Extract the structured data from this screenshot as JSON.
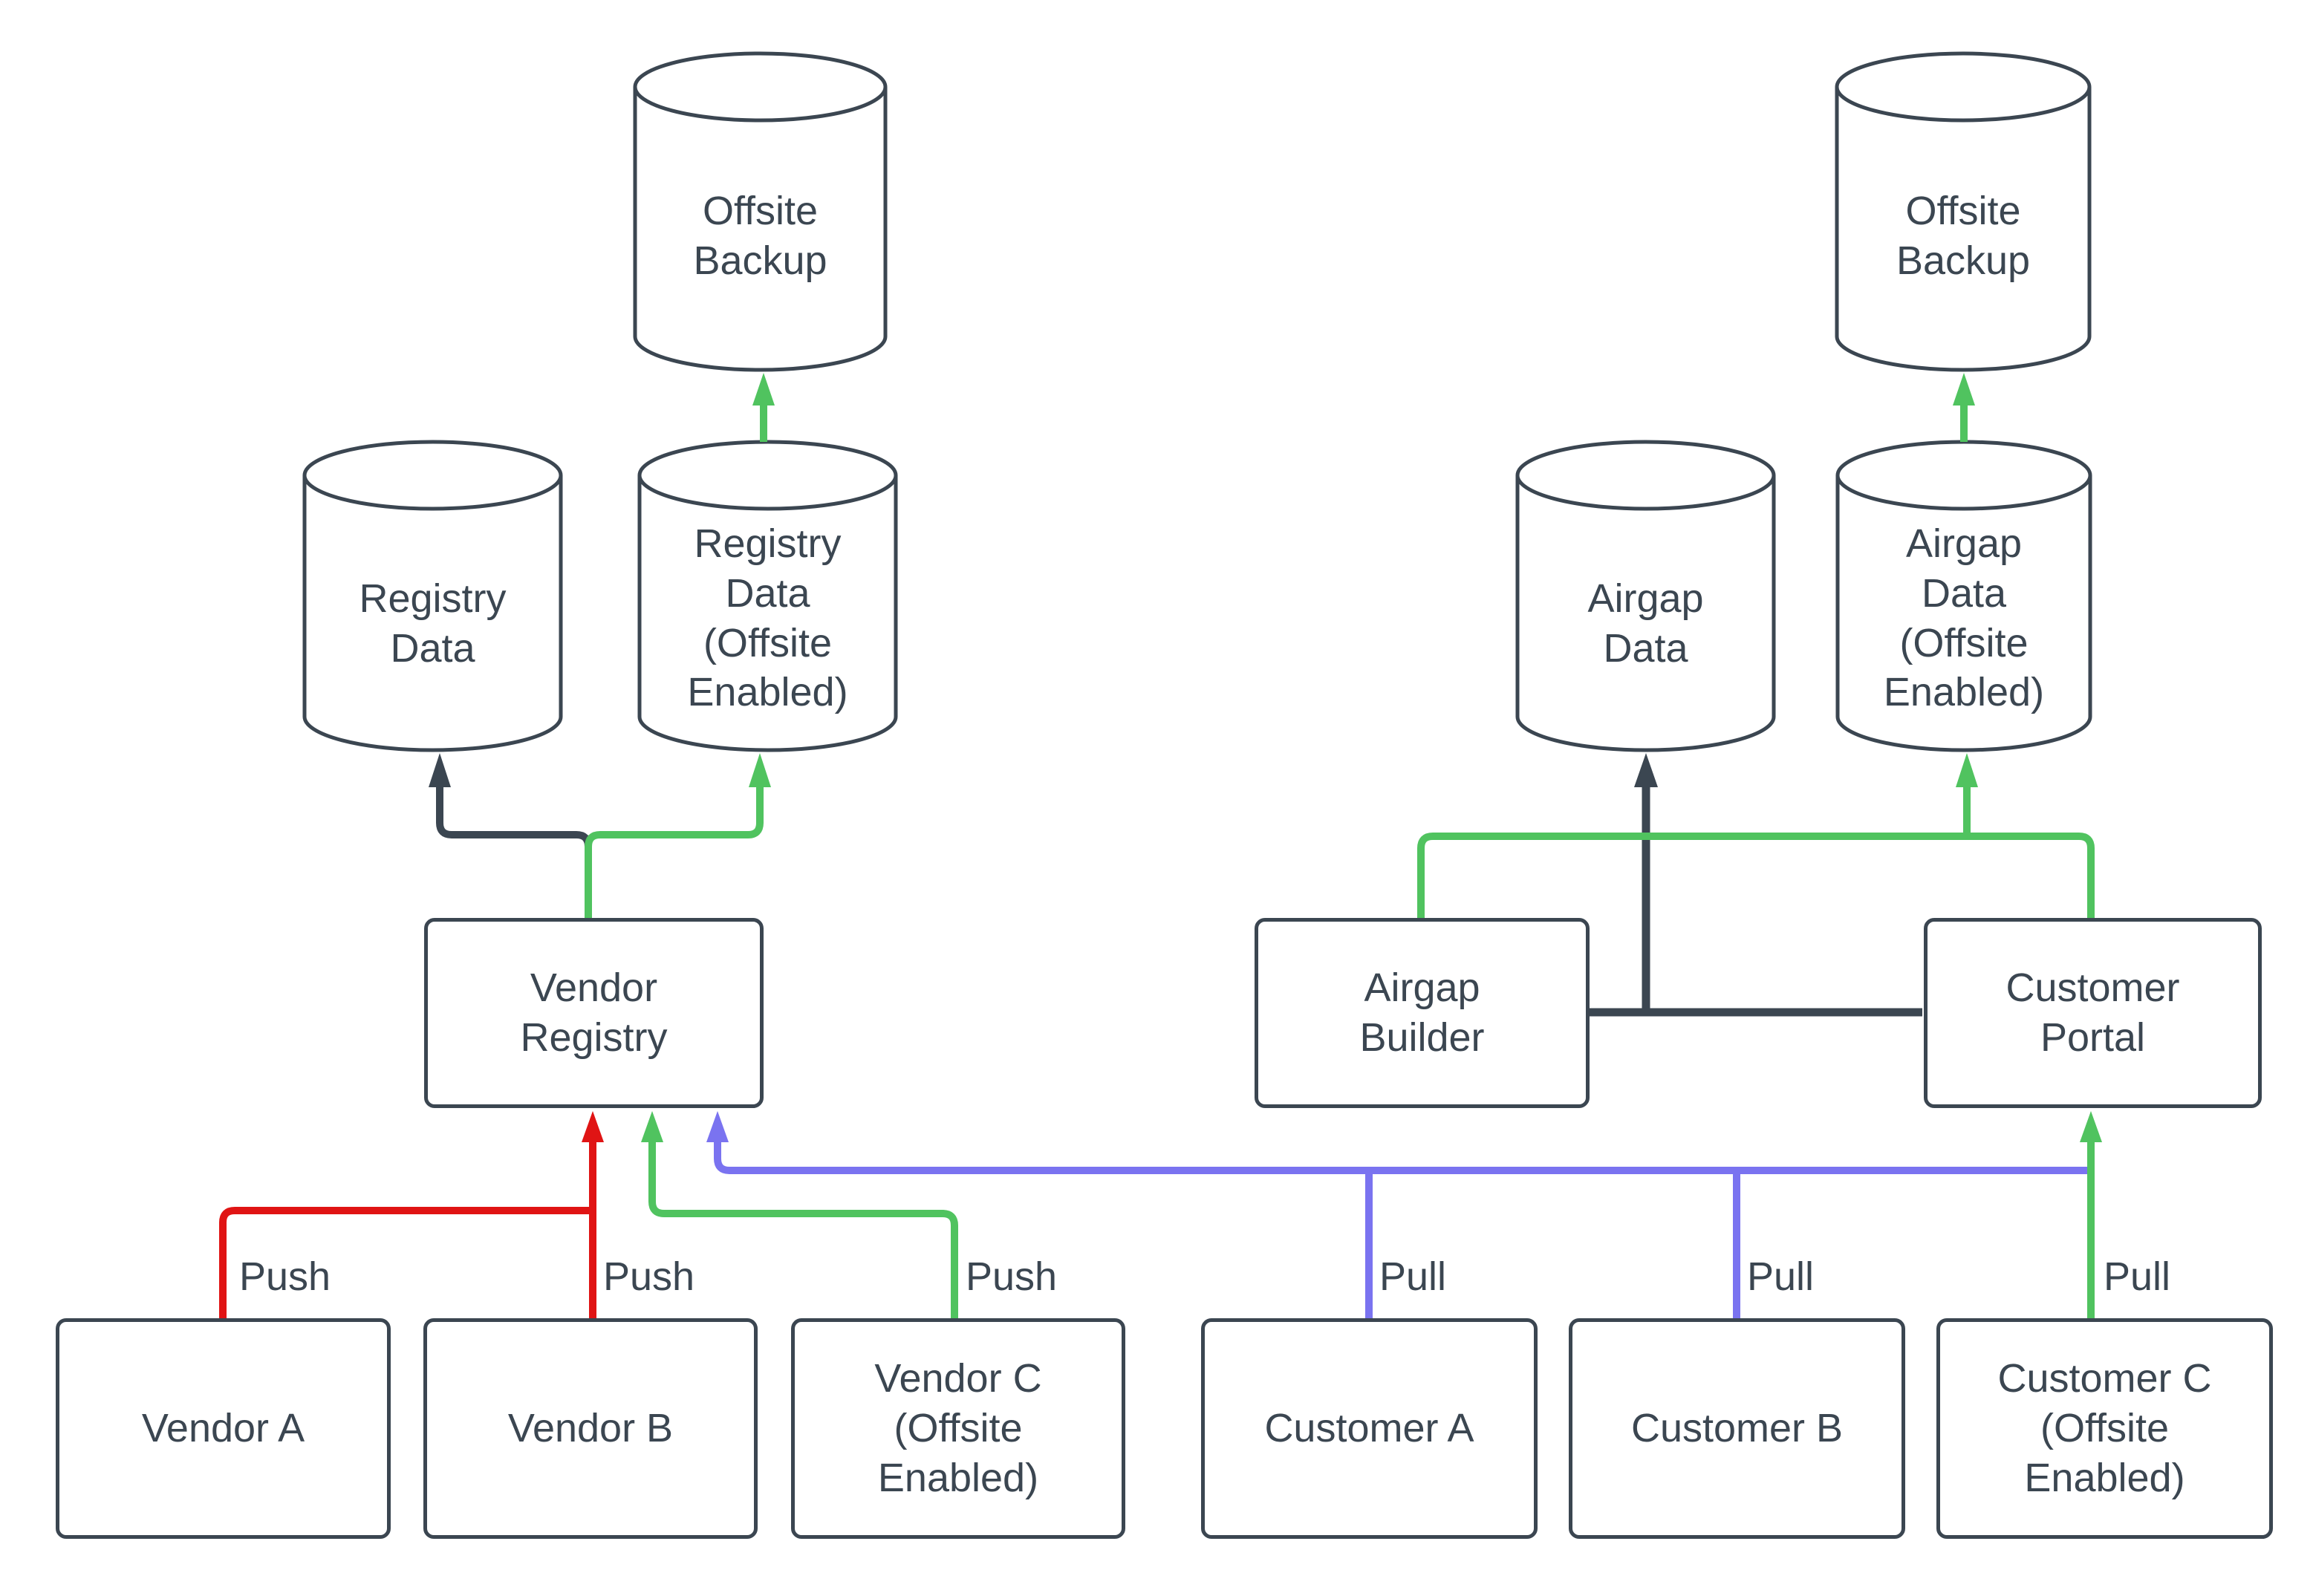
{
  "colors": {
    "stroke_dark": "#3b4651",
    "text": "#3b4651",
    "edge_red": "#e01414",
    "edge_green": "#50c35f",
    "edge_blue": "#7a73f0",
    "bg": "#ffffff"
  },
  "nodes": {
    "offsite_backup_left": {
      "label": "Offsite\nBackup"
    },
    "registry_data": {
      "label": "Registry\nData"
    },
    "registry_data_offsite": {
      "label": "Registry\nData\n(Offsite\nEnabled)"
    },
    "vendor_registry": {
      "label": "Vendor\nRegistry"
    },
    "vendor_a": {
      "label": "Vendor A"
    },
    "vendor_b": {
      "label": "Vendor B"
    },
    "vendor_c": {
      "label": "Vendor C\n(Offsite\nEnabled)"
    },
    "offsite_backup_right": {
      "label": "Offsite\nBackup"
    },
    "airgap_data": {
      "label": "Airgap\nData"
    },
    "airgap_data_offsite": {
      "label": "Airgap\nData\n(Offsite\nEnabled)"
    },
    "airgap_builder": {
      "label": "Airgap\nBuilder"
    },
    "customer_portal": {
      "label": "Customer\nPortal"
    },
    "customer_a": {
      "label": "Customer A"
    },
    "customer_b": {
      "label": "Customer B"
    },
    "customer_c": {
      "label": "Customer C\n(Offsite\nEnabled)"
    }
  },
  "edge_labels": {
    "push_a": "Push",
    "push_b": "Push",
    "push_c": "Push",
    "pull_a": "Pull",
    "pull_b": "Pull",
    "pull_c": "Pull"
  }
}
